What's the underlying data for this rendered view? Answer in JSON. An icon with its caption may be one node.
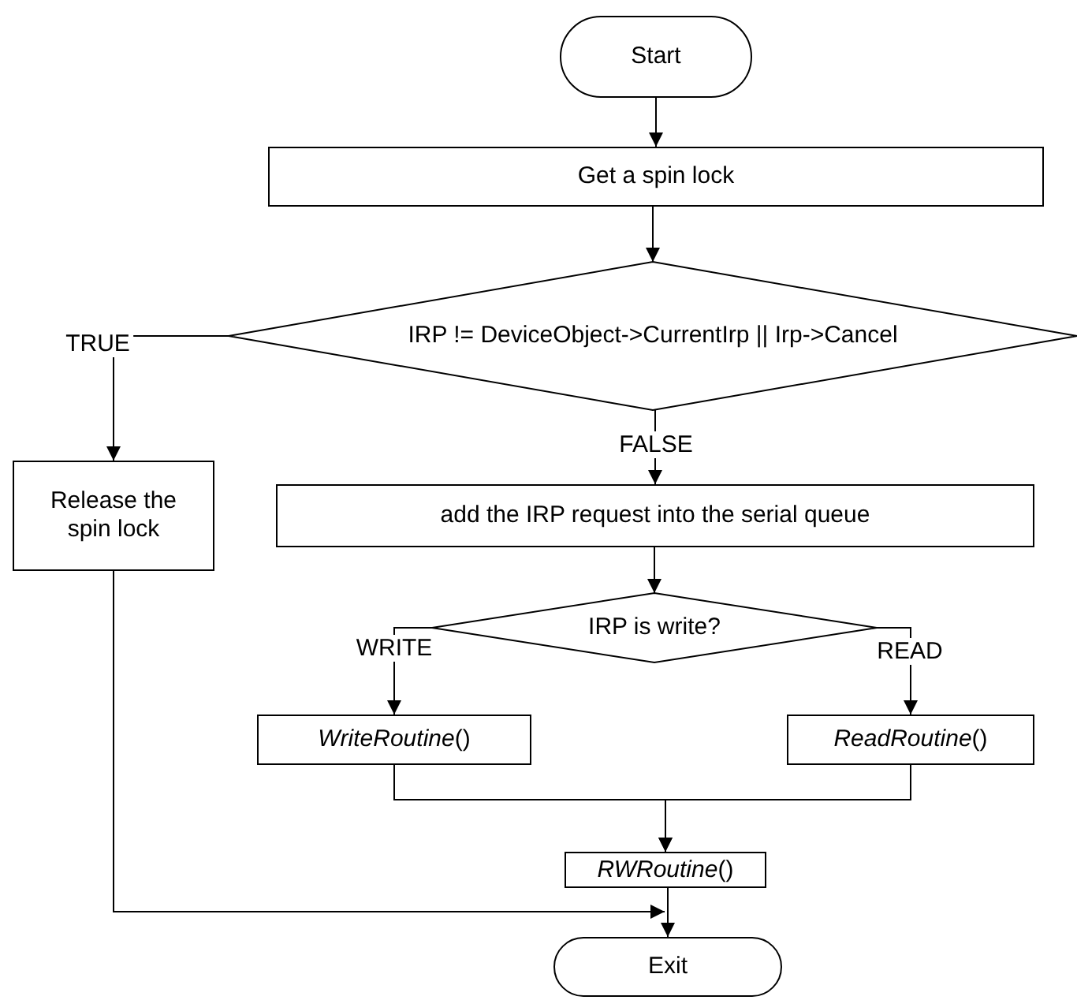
{
  "diagram": {
    "nodes": [
      {
        "text": [
          "Start"
        ]
      },
      {
        "text": [
          "Get a spin lock"
        ]
      },
      {
        "text": [
          "IRP != DeviceObject->CurrentIrp || Irp->Cancel"
        ]
      },
      {
        "text": [
          "Release the spin lock"
        ]
      },
      {
        "text": [
          "add the IRP request into the serial queue"
        ]
      },
      {
        "text": [
          "IRP is write?"
        ]
      },
      {
        "text": [
          "*WriteRoutine*()"
        ]
      },
      {
        "text": [
          "*ReadRoutine*()"
        ]
      },
      {
        "text": [
          "*RWRoutine*()"
        ]
      },
      {
        "text": [
          "Exit"
        ]
      }
    ],
    "edges": [
      {
        "from": 0,
        "to": 1,
        "arrow": "to"
      },
      {
        "from": 1,
        "to": 2,
        "arrow": "to"
      },
      {
        "from": 2,
        "to": 3,
        "arrow": "to",
        "label": "TRUE"
      },
      {
        "from": 2,
        "to": 4,
        "arrow": "to",
        "label": "FALSE"
      },
      {
        "from": 4,
        "to": 5,
        "arrow": "to"
      },
      {
        "from": 5,
        "to": 6,
        "arrow": "to",
        "label": "WRITE"
      },
      {
        "from": 5,
        "to": 7,
        "arrow": "to",
        "label": "READ"
      },
      {
        "from": 6,
        "to": 8,
        "arrow": "to"
      },
      {
        "from": 7,
        "to": 8,
        "arrow": "to"
      },
      {
        "from": 8,
        "to": 9,
        "arrow": "to"
      },
      {
        "from": 3,
        "to": 9,
        "arrow": "to"
      }
    ]
  }
}
